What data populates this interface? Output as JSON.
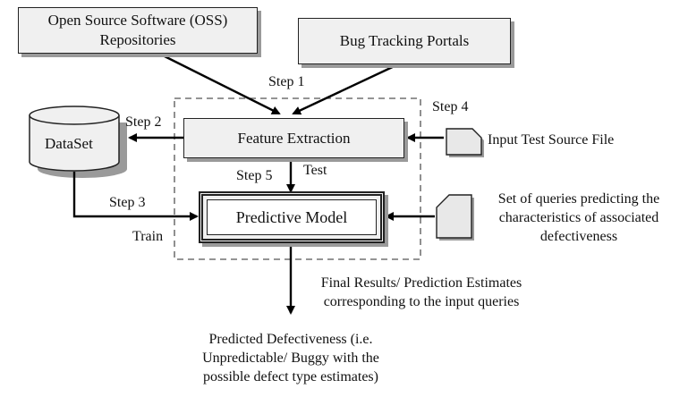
{
  "nodes": {
    "oss_line1": "Open Source Software (OSS)",
    "oss_line2": "Repositories",
    "bug_portals": "Bug Tracking Portals",
    "dataset": "DataSet",
    "feature_extraction": "Feature Extraction",
    "predictive_model": "Predictive Model",
    "input_test": "Input Test Source File",
    "queries_line1": "Set of queries predicting the",
    "queries_line2": "characteristics of associated",
    "queries_line3": "defectiveness"
  },
  "labels": {
    "step1": "Step 1",
    "step2": "Step 2",
    "step3": "Step 3",
    "step4": "Step 4",
    "step5": "Step 5",
    "test": "Test",
    "train": "Train"
  },
  "results": {
    "line1": "Final Results/ Prediction Estimates",
    "line2": "corresponding to the input queries"
  },
  "output": {
    "line1": "Predicted Defectiveness (i.e.",
    "line2": "Unpredictable/ Buggy with the",
    "line3": "possible defect type estimates)"
  }
}
